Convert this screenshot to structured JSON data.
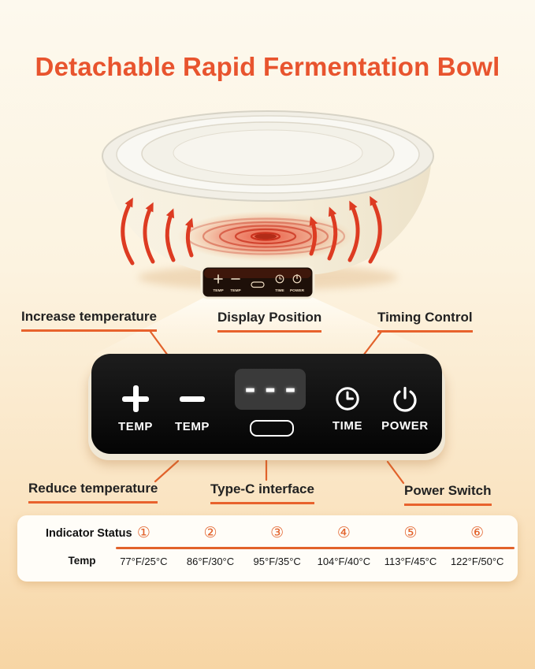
{
  "title": "Detachable Rapid Fermentation Bowl",
  "callouts": {
    "increase_temperature": "Increase temperature",
    "display_position": "Display Position",
    "timing_control": "Timing Control",
    "reduce_temperature": "Reduce temperature",
    "type_c_interface": "Type-C interface",
    "power_switch": "Power Switch"
  },
  "control_panel": {
    "temp_up_label": "TEMP",
    "temp_down_label": "TEMP",
    "display_value": "---",
    "time_label": "TIME",
    "power_label": "POWER"
  },
  "mini_panel": {
    "temp_up_label": "TEMP",
    "temp_down_label": "TEMP",
    "time_label": "TIME",
    "power_label": "POWER"
  },
  "indicator_table": {
    "row1_label": "Indicator Status",
    "row2_label": "Temp",
    "indicators": [
      "①",
      "②",
      "③",
      "④",
      "⑤",
      "⑥"
    ],
    "temps": [
      "77°F/25°C",
      "86°F/30°C",
      "95°F/35°C",
      "104°F/40°C",
      "113°F/45°C",
      "122°F/50°C"
    ]
  },
  "colors": {
    "accent_orange": "#e2622b",
    "title_color": "#e8542e",
    "heat_red": "#dd3b22",
    "panel_black": "#0a0a0a",
    "background_top": "#fdf9ee",
    "background_bottom": "#f7d5a4"
  }
}
